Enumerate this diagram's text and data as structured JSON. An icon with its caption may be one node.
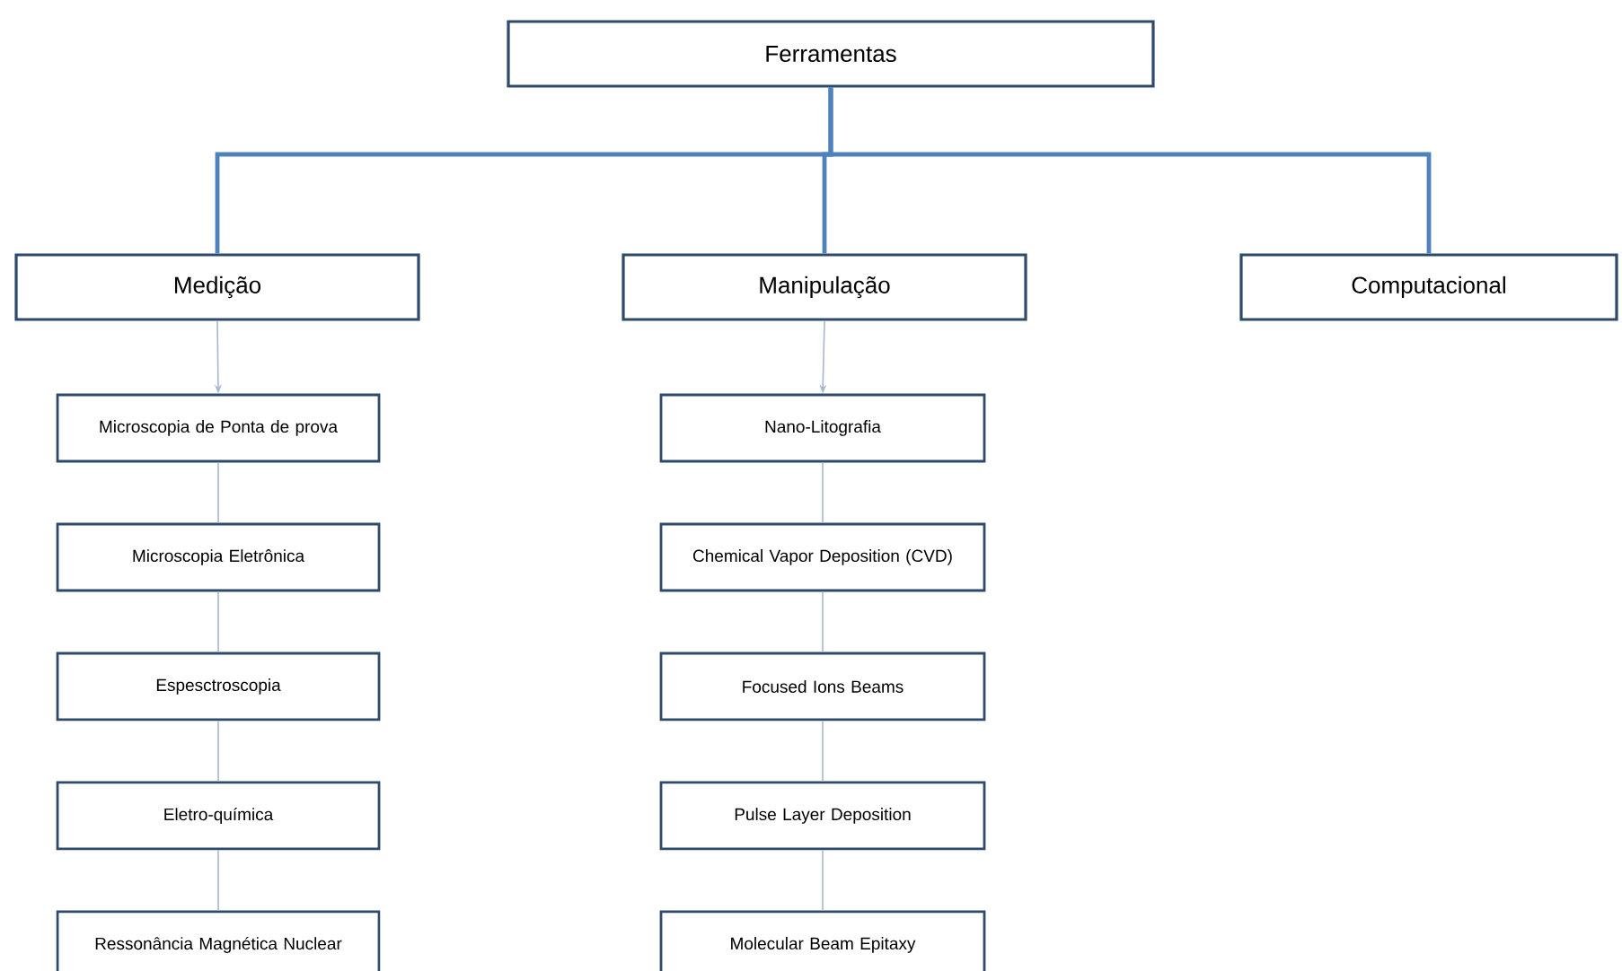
{
  "diagram": {
    "nodes": [
      {
        "text": [
          "Ferramentas"
        ]
      },
      {
        "text": [
          "Medição"
        ]
      },
      {
        "text": [
          "Manipulação"
        ]
      },
      {
        "text": [
          "Computacional"
        ]
      },
      {
        "text": [
          "Microscopia de Ponta de prova"
        ]
      },
      {
        "text": [
          "Microscopia Eletrônica"
        ]
      },
      {
        "text": [
          "Espesctroscopia"
        ]
      },
      {
        "text": [
          "Eletro-química"
        ]
      },
      {
        "text": [
          "Ressonância Magnética Nuclear"
        ]
      },
      {
        "text": [
          "Nano-Litografia"
        ]
      },
      {
        "text": [
          "Chemical Vapor Deposition (CVD)"
        ]
      },
      {
        "text": [
          "Focused Ions Beams"
        ]
      },
      {
        "text": [
          "Pulse Layer Deposition"
        ]
      },
      {
        "text": [
          "Molecular Beam Epitaxy"
        ]
      }
    ],
    "edges": [
      {
        "from": 0,
        "to": 1,
        "arrow": "none",
        "style": "thick",
        "color": "#4f81bd"
      },
      {
        "from": 0,
        "to": 2,
        "arrow": "none",
        "style": "thick",
        "color": "#4f81bd"
      },
      {
        "from": 0,
        "to": 3,
        "arrow": "none",
        "style": "thick",
        "color": "#4f81bd"
      },
      {
        "from": 1,
        "to": 4,
        "arrow": "to"
      },
      {
        "from": 4,
        "to": 5,
        "arrow": "none"
      },
      {
        "from": 5,
        "to": 6,
        "arrow": "none"
      },
      {
        "from": 6,
        "to": 7,
        "arrow": "none"
      },
      {
        "from": 7,
        "to": 8,
        "arrow": "none"
      },
      {
        "from": 2,
        "to": 9,
        "arrow": "to"
      },
      {
        "from": 9,
        "to": 10,
        "arrow": "none"
      },
      {
        "from": 10,
        "to": 11,
        "arrow": "none"
      },
      {
        "from": 11,
        "to": 12,
        "arrow": "none"
      },
      {
        "from": 12,
        "to": 13,
        "arrow": "none"
      }
    ]
  }
}
